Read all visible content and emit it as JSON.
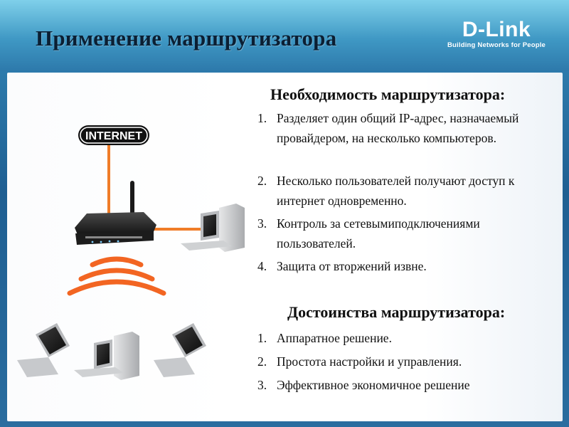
{
  "slide": {
    "title": "Применение маршрутизатора"
  },
  "logo": {
    "name": "D-Link",
    "tagline": "Building Networks for People"
  },
  "illustration": {
    "internet_label": "INTERNET",
    "colors": {
      "cable": "#f07c28",
      "wifi_waves": "#f26522",
      "router_body": "#2a2a2a",
      "computer_gray": "#c7c9cc"
    }
  },
  "need": {
    "heading": "Необходимость маршрутизатора:",
    "items": [
      {
        "num": "1.",
        "text": "Разделяет один общий IP-адрес, назначаемый провайдером, на несколько компьютеров."
      },
      {
        "num": "2.",
        "text": "Несколько пользователей получают доступ к интернет одновременно."
      },
      {
        "num": "3.",
        "text": "Контроль за сетевымиподключениями пользователей."
      },
      {
        "num": "4.",
        "text": "Защита от вторжений извне."
      }
    ]
  },
  "advantages": {
    "heading": "Достоинства маршрутизатора:",
    "items": [
      {
        "num": "1.",
        "text": "Аппаратное решение."
      },
      {
        "num": "2.",
        "text": "Простота настройки и управления."
      },
      {
        "num": "3.",
        "text": "Эффективное экономичное решение"
      }
    ]
  }
}
